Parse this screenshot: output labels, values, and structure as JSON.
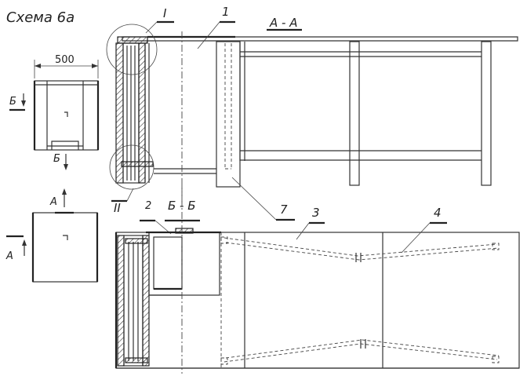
{
  "title": "Схема 6а",
  "dimension": "500",
  "section_marks": {
    "b_top": "Б",
    "b_bottom": "Б",
    "a_top": "А",
    "a_bottom": "А"
  },
  "callouts": {
    "detail_1": "I",
    "detail_2": "II",
    "part_1": "1",
    "part_2": "2",
    "part_3": "3",
    "part_4": "4",
    "part_7": "7"
  },
  "views": {
    "section_aa": "А - А",
    "section_bb": "Б - Б"
  }
}
